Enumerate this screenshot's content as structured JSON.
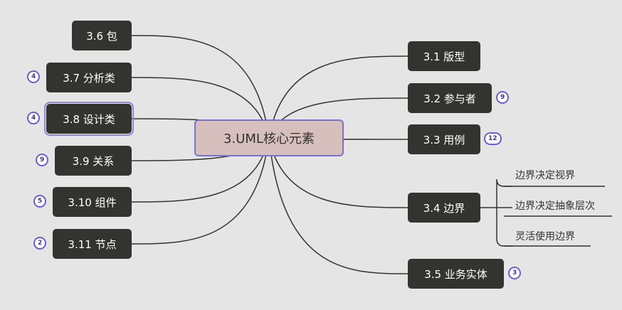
{
  "central": {
    "label": "3.UML核心元素"
  },
  "left_topics": [
    {
      "id": "n36",
      "label": "3.6 包",
      "badge": ""
    },
    {
      "id": "n37",
      "label": "3.7 分析类",
      "badge": "4"
    },
    {
      "id": "n38",
      "label": "3.8 设计类",
      "badge": "4",
      "selected": true
    },
    {
      "id": "n39",
      "label": "3.9  关系",
      "badge": "9"
    },
    {
      "id": "n310",
      "label": "3.10 组件",
      "badge": "5"
    },
    {
      "id": "n311",
      "label": "3.11 节点",
      "badge": "2"
    }
  ],
  "right_topics": [
    {
      "id": "n31",
      "label": "3.1 版型",
      "badge": ""
    },
    {
      "id": "n32",
      "label": "3.2 参与者",
      "badge": "9"
    },
    {
      "id": "n33",
      "label": "3.3 用例",
      "badge": "12"
    },
    {
      "id": "n34",
      "label": "3.4 边界",
      "badge": "",
      "children": [
        "边界决定视界",
        "边界决定抽象层次",
        "灵活使用边界"
      ]
    },
    {
      "id": "n35",
      "label": "3.5 业务实体",
      "badge": "3"
    }
  ],
  "colors": {
    "background": "#e5e5e5",
    "topic_fill": "#333330",
    "central_fill": "#d6bfbd",
    "accent": "#7a72cf",
    "line": "#333333"
  }
}
